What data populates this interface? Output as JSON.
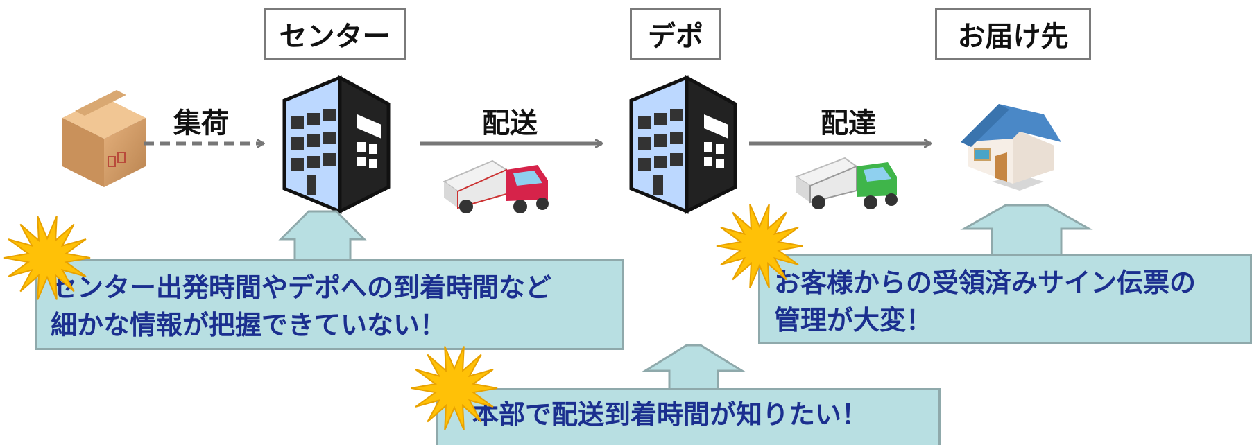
{
  "stages": {
    "center": "センター",
    "depot": "デポ",
    "destination": "お届け先"
  },
  "flows": {
    "pickup": "集荷",
    "shipping": "配送",
    "delivery": "配達"
  },
  "callouts": {
    "center_line1": "センター出発時間やデポへの到着時間など",
    "center_line2": "細かな情報が把握できていない！",
    "customer_line1": "お客様からの受領済みサイン伝票の",
    "customer_line2": "管理が大変！",
    "hq_line1": "本部で配送到着時間が知りたい！"
  },
  "colors": {
    "callout_fill": "#b8dfe2",
    "callout_text": "#1b2f8f",
    "building_glass": "#bcd8ff",
    "truck_red_cab": "#d6234a",
    "truck_green_cab": "#3fb54a",
    "roof_blue": "#4a88c7",
    "burst_yellow": "#ffc107"
  },
  "icons": [
    "box-icon",
    "building-icon",
    "truck-icon",
    "house-icon",
    "burst-icon",
    "arrow-icon"
  ]
}
